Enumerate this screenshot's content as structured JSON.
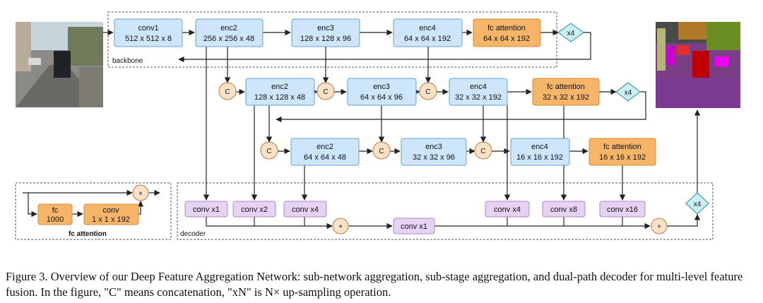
{
  "colors": {
    "enc_fill": "#cde6fb",
    "enc_stroke": "#6a9fcf",
    "fc_fill": "#f7b56a",
    "fc_stroke": "#d48a3a",
    "conv_fill": "#e6d2f4",
    "conv_stroke": "#a98cc4",
    "circle_fill": "#fbe1c5",
    "circle_stroke": "#b27b45",
    "diamond_fill": "#c9eff2",
    "diamond_stroke": "#2b8c95"
  },
  "labels": {
    "backbone": "backbone",
    "decoder": "decoder",
    "fc_attention_legend": "fc attention"
  },
  "backbone": {
    "conv1": {
      "name": "conv1",
      "dims": "512 x 512 x 8"
    },
    "enc2": {
      "name": "enc2",
      "dims": "256 x 256 x 48"
    },
    "enc3": {
      "name": "enc3",
      "dims": "128 x 128 x 96"
    },
    "enc4": {
      "name": "enc4",
      "dims": "64 x 64 x 192"
    },
    "fc": {
      "name": "fc attention",
      "dims": "64 x 64 x 192"
    },
    "up": "x4"
  },
  "stage2": {
    "enc2": {
      "name": "enc2",
      "dims": "128 x 128 x 48"
    },
    "enc3": {
      "name": "enc3",
      "dims": "64 x 64 x 96"
    },
    "enc4": {
      "name": "enc4",
      "dims": "32 x 32 x 192"
    },
    "fc": {
      "name": "fc attention",
      "dims": "32 x 32 x 192"
    },
    "up": "x4"
  },
  "stage3": {
    "enc2": {
      "name": "enc2",
      "dims": "64 x 64 x 48"
    },
    "enc3": {
      "name": "enc3",
      "dims": "32 x 32 x 96"
    },
    "enc4": {
      "name": "enc4",
      "dims": "16 x 16 x 192"
    },
    "fc": {
      "name": "fc attention",
      "dims": "16 x 16 x 192"
    }
  },
  "concat": "C",
  "plus": "+",
  "times": "×",
  "decoder": {
    "conv_x1_a": "conv x1",
    "conv_x2": "conv x2",
    "conv_x4_a": "conv x4",
    "conv_x1_b": "conv x1",
    "conv_x4_b": "conv x4",
    "conv_x8": "conv x8",
    "conv_x16": "conv x16",
    "up": "x4"
  },
  "legend": {
    "fc": {
      "name": "fc",
      "dims": "1000"
    },
    "conv": {
      "name": "conv",
      "dims": "1 x 1 x 192"
    }
  },
  "caption": "Figure 3. Overview of our Deep Feature Aggregation Network: sub-network aggregation, sub-stage aggregation, and dual-path decoder for multi-level feature fusion. In the figure, \"C\" means concatenation, \"xN\" is N× up-sampling operation."
}
